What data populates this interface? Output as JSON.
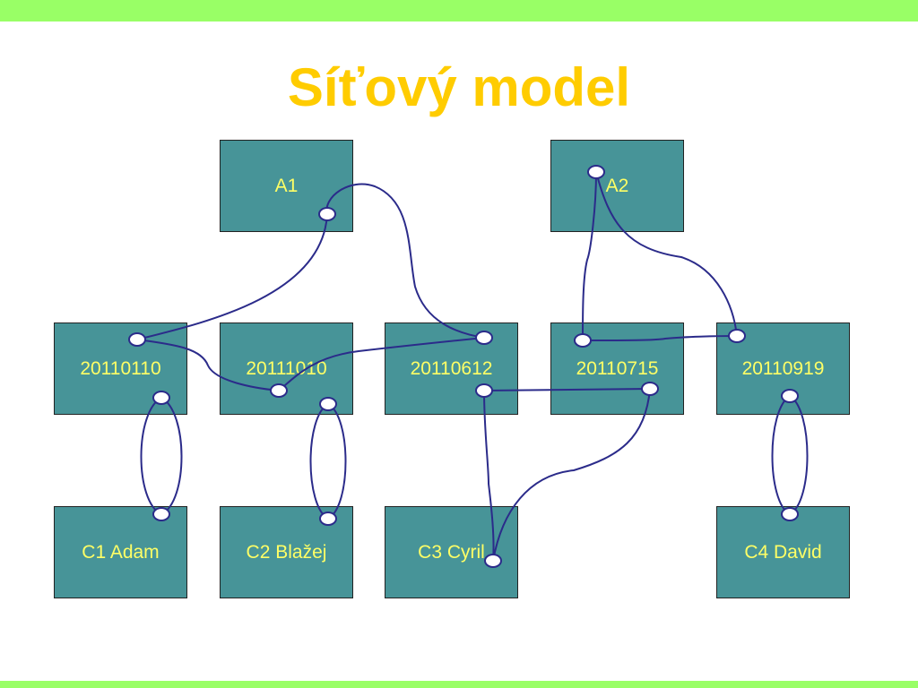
{
  "title": "Síťový model",
  "colors": {
    "band": "#99ff66",
    "title": "#ffcc00",
    "box_fill": "#479498",
    "box_text": "#ffff66",
    "link_stroke": "#2b2b8a"
  },
  "owners": {
    "a1": "A1",
    "a2": "A2"
  },
  "records": {
    "r1": "20110110",
    "r2": "20111010",
    "r3": "20110612",
    "r4": "20110715",
    "r5": "20110919"
  },
  "members": {
    "c1": "C1 Adam",
    "c2": "C2 Blažej",
    "c3": "C3 Cyril",
    "c4": "C4 David"
  }
}
